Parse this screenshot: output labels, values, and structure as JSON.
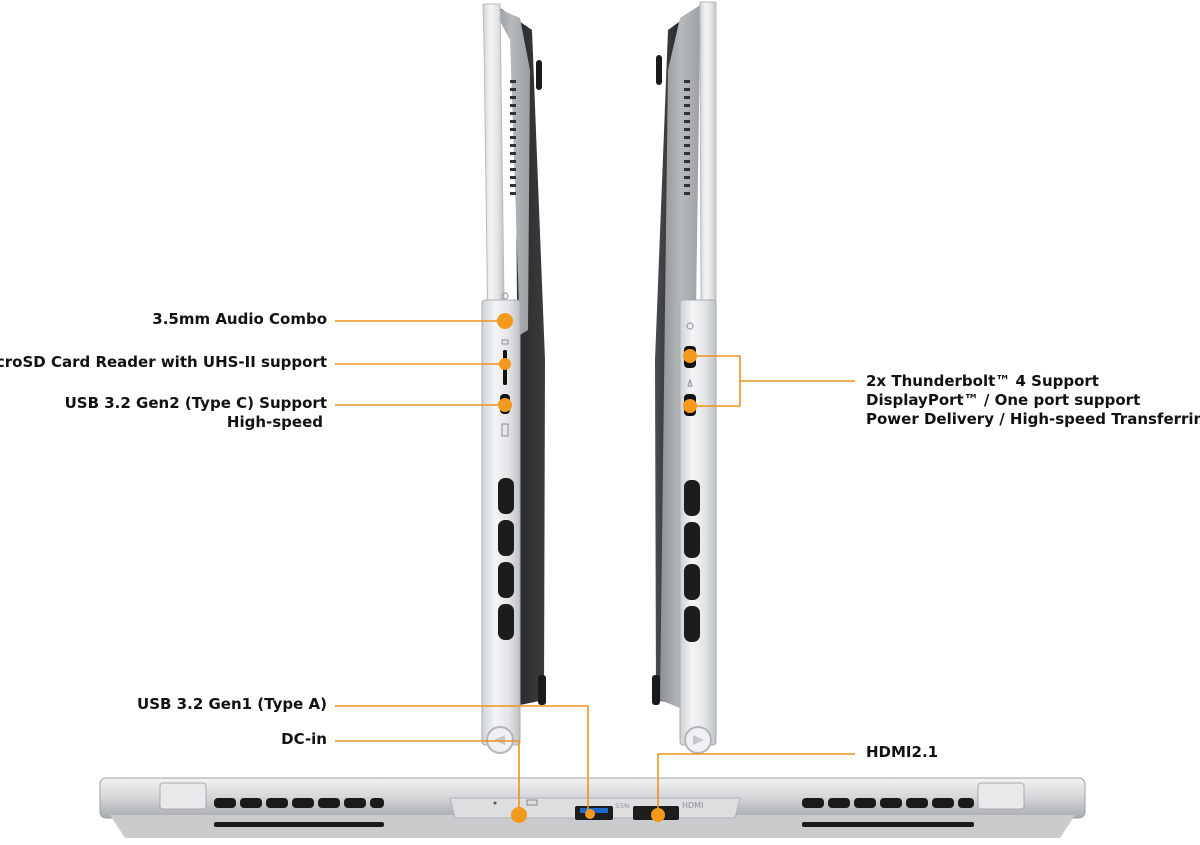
{
  "left_labels": {
    "audio": "3.5mm Audio Combo",
    "microsd": "microSD Card Reader with UHS-II support",
    "usb_c_line1": "USB 3.2 Gen2 (Type C) Support",
    "usb_c_line2": "High-speed",
    "usb_a": "USB 3.2 Gen1 (Type A)",
    "dc_in": "DC-in"
  },
  "right_labels": {
    "tb_line1": "2x Thunderbolt™ 4 Support",
    "tb_line2": "DisplayPort™  / One port support",
    "tb_line3": "Power Delivery  / High-speed Transferring",
    "hdmi": "HDMI2.1"
  },
  "port_marks": {
    "hdmi_mark": "HDMI"
  },
  "colors": {
    "accent": "#f39a1e",
    "accent_line": "#e8961f",
    "chassis_light": "#e6e8ea",
    "chassis_dark": "#2a2b2d"
  }
}
